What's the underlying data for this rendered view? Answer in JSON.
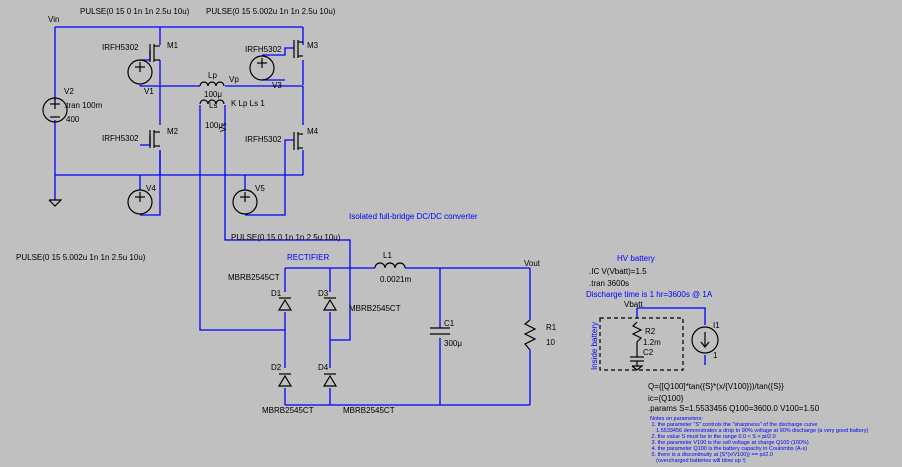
{
  "colors": {
    "background": "#c0c0c0",
    "wire": "#0000ff",
    "component": "#000000",
    "netlabel": "#000000",
    "note": "#0000ff"
  },
  "labels": {
    "vin": "Vin",
    "pulse_m1": "PULSE(0 15 0 1n 1n 2.5u 10u)",
    "pulse_m3": "PULSE(0 15 5.002u 1n 1n 2.5u 10u)",
    "pulse_v5": "PULSE(0 15 0 1n 1n 2.5u 10u)",
    "pulse_v4": "PULSE(0 15 5.002u 1n 1n 2.5u 10u)",
    "m1_model": "IRFH5302",
    "m1": "M1",
    "m2_model": "IRFH5302",
    "m2": "M2",
    "m3_model": "IRFH5302",
    "m3": "M3",
    "m4_model": "IRFH5302",
    "m4": "M4",
    "v1": "V1",
    "v2": "V2",
    "v2_tran": ".tran 100m",
    "v2_value": "400",
    "v3": "V3",
    "v4": "V4",
    "v5": "V5",
    "lp": "Lp",
    "lp_value": "100μ",
    "vp": "Vp",
    "ls": "Ls",
    "ls_value": "100μ",
    "vs": "Vs",
    "k": "K Lp Ls 1",
    "title": "Isolated full-bridge DC/DC converter",
    "rectifier": "RECTIFIER",
    "d1_model": "MBRB2545CT",
    "d1": "D1",
    "d3": "D3",
    "d3_model": "MBRB2545CT",
    "d2": "D2",
    "d4": "D4",
    "d2_model": "MBRB2545CT",
    "d4_model": "MBRB2545CT",
    "l1": "L1",
    "l1_value": "0.0021m",
    "c1": "C1",
    "c1_value": "300μ",
    "r1": "R1",
    "r1_value": "10",
    "vout": "Vout",
    "hv_battery": "HV battery",
    "ic_line": ".IC V(Vbatt)=1.5",
    "tran_line": ".tran 3600s",
    "discharge": "Discharge time is 1 hr=3600s @ 1A",
    "vbatt": "Vbatt",
    "inside_battery": "Inside battery",
    "r2": "R2",
    "r2_value": "1.2m",
    "c2": "C2",
    "i1": "I1",
    "i1_value": "1",
    "q_expr": "Q={[Q100]*tan({S}*(x/{V100}))/tan({S}}",
    "ic_q": "ic={Q100}",
    "params": ".params S=1.5533456 Q100=3600.0 V100=1.50",
    "notes": [
      "Notes on parameters:",
      " 1. the parameter \"S\" controls the \"sharpness\" of the discharge curve",
      "    1.5533456 demonstrates a drop to 90% voltage at 90% discharge (a very good battery)",
      " 2. the value S must be in the range 0.0 < S < pi/2.0",
      " 3. the parameter V100 is the cell voltage at charge Q100 (100%)",
      " 4. the parameter Q100 is the battery capacity in Coulombs (A-s)",
      " 5. there is a discontinuity at {S*(x/V100)} == pi/2.0",
      "    (overcharged batteries will blow up !)"
    ]
  }
}
